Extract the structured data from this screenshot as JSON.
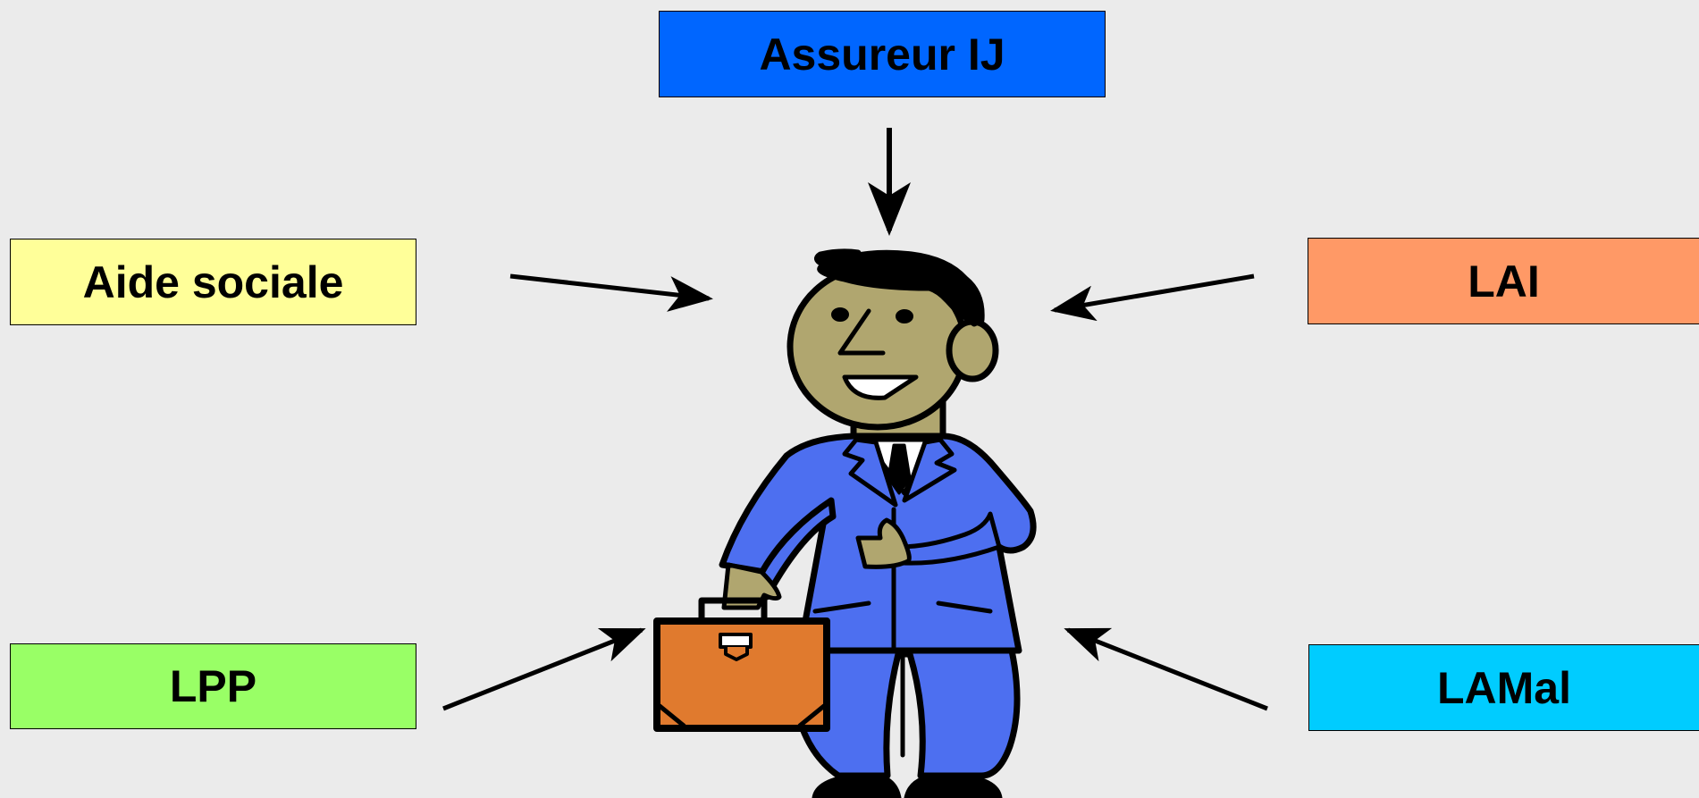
{
  "boxes": {
    "top": {
      "label": "Assureur IJ",
      "color": "#0066ff"
    },
    "aide": {
      "label": "Aide sociale",
      "color": "#ffff99"
    },
    "lai": {
      "label": "LAI",
      "color": "#ff9966"
    },
    "lpp": {
      "label": "LPP",
      "color": "#99ff66"
    },
    "lamal": {
      "label": "LAMal",
      "color": "#00ccff"
    }
  },
  "figure": {
    "icon": "businessman-with-briefcase",
    "suit_color": "#4d6ff0",
    "skin_color": "#b0a66f",
    "briefcase_color": "#e07a2e"
  }
}
